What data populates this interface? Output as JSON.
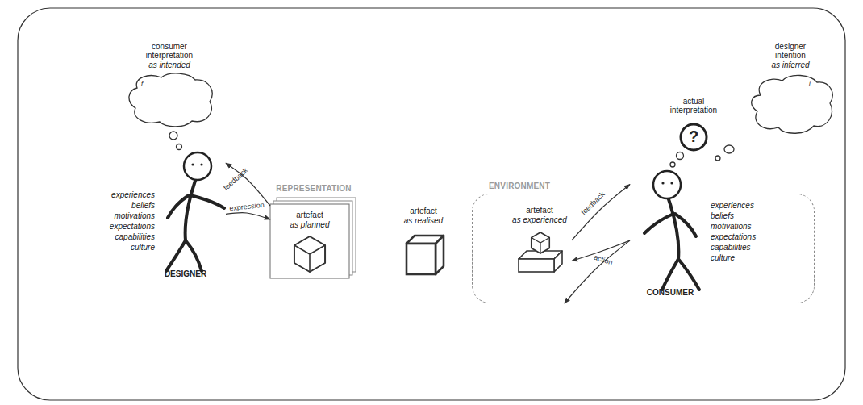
{
  "diagram": {
    "nodes": [
      {
        "text": [
          "consumer interpretation",
          "as intended"
        ]
      },
      {
        "text": [
          "experiences",
          "beliefs",
          "motivations",
          "expectations",
          "capabilities",
          "culture",
          "DESIGNER"
        ]
      },
      {
        "text": [
          "REPRESENTATION",
          "artefact",
          "as planned"
        ]
      },
      {
        "text": [
          "artefact",
          "as realised"
        ]
      },
      {
        "text": [
          "ENVIRONMENT"
        ]
      },
      {
        "text": [
          "artefact",
          "as experienced"
        ],
        "in": 4
      },
      {
        "text": [
          "experiences",
          "beliefs",
          "motivations",
          "expectations",
          "capabilities",
          "culture",
          "CONSUMER"
        ],
        "in": 4
      },
      {
        "text": [
          "actual interpretation",
          "?"
        ]
      },
      {
        "text": [
          "designer intention",
          "as inferred"
        ]
      }
    ],
    "edges": [
      {
        "from": 2,
        "to": 1,
        "label": "feedback",
        "arrow": "to"
      },
      {
        "from": 1,
        "to": 2,
        "label": "expression",
        "arrow": "to"
      },
      {
        "from": 5,
        "to": 6,
        "label": "feedback",
        "arrow": "to"
      },
      {
        "from": 6,
        "to": 5,
        "label": "action",
        "arrow": "to"
      },
      {
        "from": 6,
        "to": 4,
        "arrow": "to"
      }
    ],
    "labels": [
      "f",
      "i"
    ]
  }
}
